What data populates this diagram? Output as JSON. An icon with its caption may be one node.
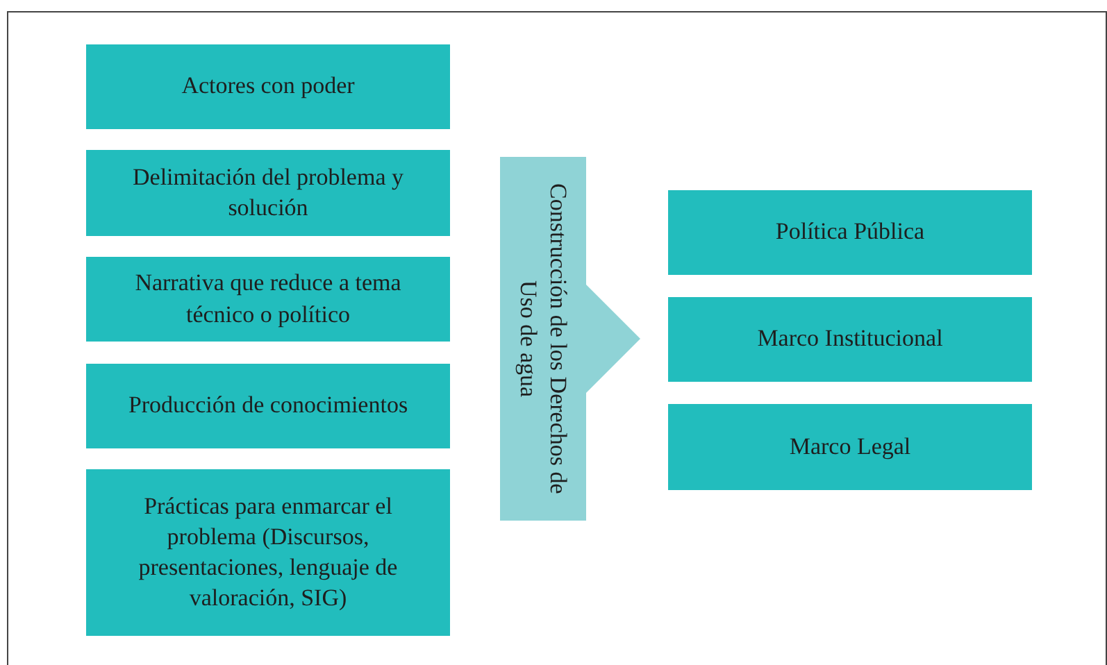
{
  "diagram": {
    "nodes": [
      {
        "text": [
          "Actores con poder"
        ]
      },
      {
        "text": [
          "Delimitación del problema y solución"
        ]
      },
      {
        "text": [
          "Narrativa que reduce a tema técnico o político"
        ]
      },
      {
        "text": [
          "Producción de conocimientos"
        ]
      },
      {
        "text": [
          "Prácticas para enmarcar el problema (Discursos, presentaciones, lenguaje de valoración, SIG)"
        ]
      },
      {
        "text": [
          "Construcción de los Derechos de Uso de agua"
        ]
      },
      {
        "text": [
          "Política Pública"
        ]
      },
      {
        "text": [
          "Marco Institucional"
        ]
      },
      {
        "text": [
          "Marco Legal"
        ]
      }
    ]
  }
}
